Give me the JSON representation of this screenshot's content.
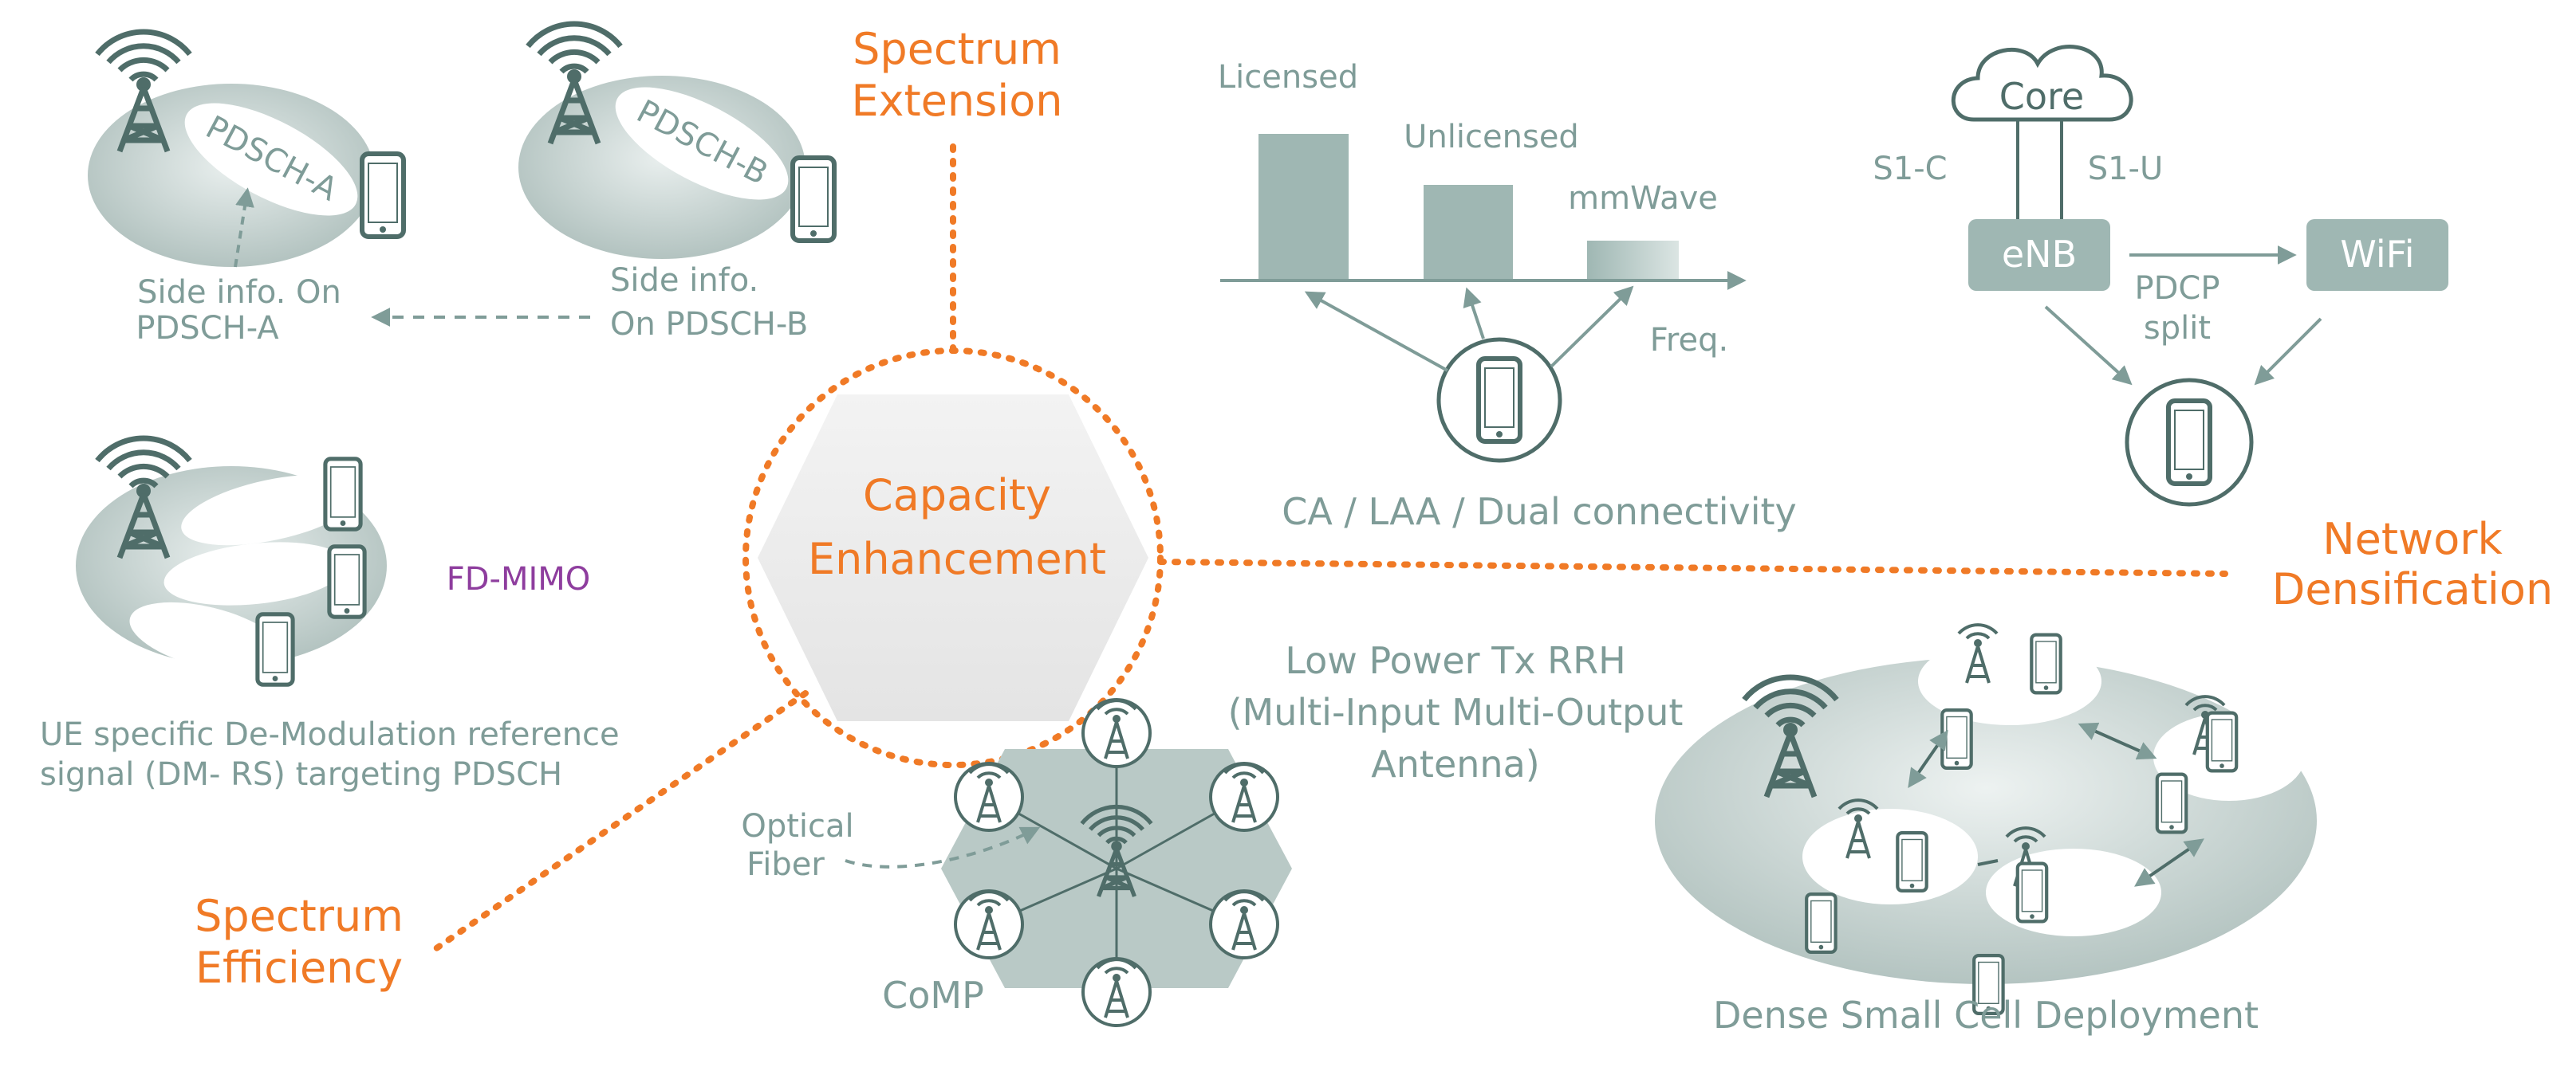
{
  "colors": {
    "teal": "#7f9c98",
    "teal_light": "#c9d6d3",
    "teal_fill": "#9fb7b3",
    "orange": "#f07a26",
    "purple": "#8e3d9e"
  },
  "center": {
    "line1": "Capacity",
    "line2": "Enhancement"
  },
  "themes": {
    "spectrum_extension": [
      "Spectrum",
      "Extension"
    ],
    "network_densification": [
      "Network",
      "Densification"
    ],
    "spectrum_efficiency": [
      "Spectrum",
      "Efficiency"
    ]
  },
  "pdsch": {
    "a_label": "PDSCH-A",
    "b_label": "PDSCH-B",
    "side_a": [
      "Side info. On",
      "PDSCH-A"
    ],
    "side_b": [
      "Side info.",
      "On PDSCH-B"
    ]
  },
  "ca": {
    "licensed": "Licensed",
    "unlicensed": "Unlicensed",
    "mmwave": "mmWave",
    "freq": "Freq.",
    "caption": "CA / LAA / Dual connectivity"
  },
  "arch": {
    "core": "Core",
    "s1c": "S1-C",
    "s1u": "S1-U",
    "enb": "eNB",
    "wifi": "WiFi",
    "pdcp": [
      "PDCP",
      "split"
    ]
  },
  "fdmimo": {
    "label": "FD-MIMO",
    "caption": [
      "UE specific De-Modulation reference",
      "signal (DM- RS) targeting PDSCH"
    ]
  },
  "comp": {
    "rrh": [
      "Low Power Tx RRH",
      "(Multi-Input Multi-Output",
      "Antenna)"
    ],
    "fiber": [
      "Optical",
      "Fiber"
    ],
    "label": "CoMP"
  },
  "dense": {
    "caption": "Dense Small Cell Deployment"
  }
}
